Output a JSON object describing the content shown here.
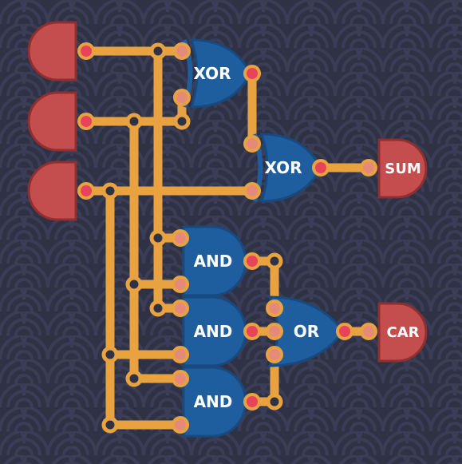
{
  "colors": {
    "background": "#2f3145",
    "wave": "#3a3d55",
    "wire": "#e8a240",
    "gate_fill": "#1f5e9e",
    "gate_stroke": "#174a80",
    "io_fill": "#c44d4d",
    "io_stroke": "#8f2f2f",
    "pin_active": "#e8435a",
    "pin_inactive": "#e58a7a"
  },
  "inputs": [
    {
      "name": "input-a"
    },
    {
      "name": "input-b"
    },
    {
      "name": "input-c"
    }
  ],
  "gates": [
    {
      "name": "xor-gate-1",
      "type": "XOR",
      "label": "XOR"
    },
    {
      "name": "xor-gate-2",
      "type": "XOR",
      "label": "XOR"
    },
    {
      "name": "and-gate-1",
      "type": "AND",
      "label": "AND"
    },
    {
      "name": "and-gate-2",
      "type": "AND",
      "label": "AND"
    },
    {
      "name": "and-gate-3",
      "type": "AND",
      "label": "AND"
    },
    {
      "name": "or-gate",
      "type": "OR",
      "label": "OR"
    }
  ],
  "outputs": [
    {
      "name": "output-sum",
      "label": "SUM"
    },
    {
      "name": "output-carry",
      "label": "CAR"
    }
  ]
}
